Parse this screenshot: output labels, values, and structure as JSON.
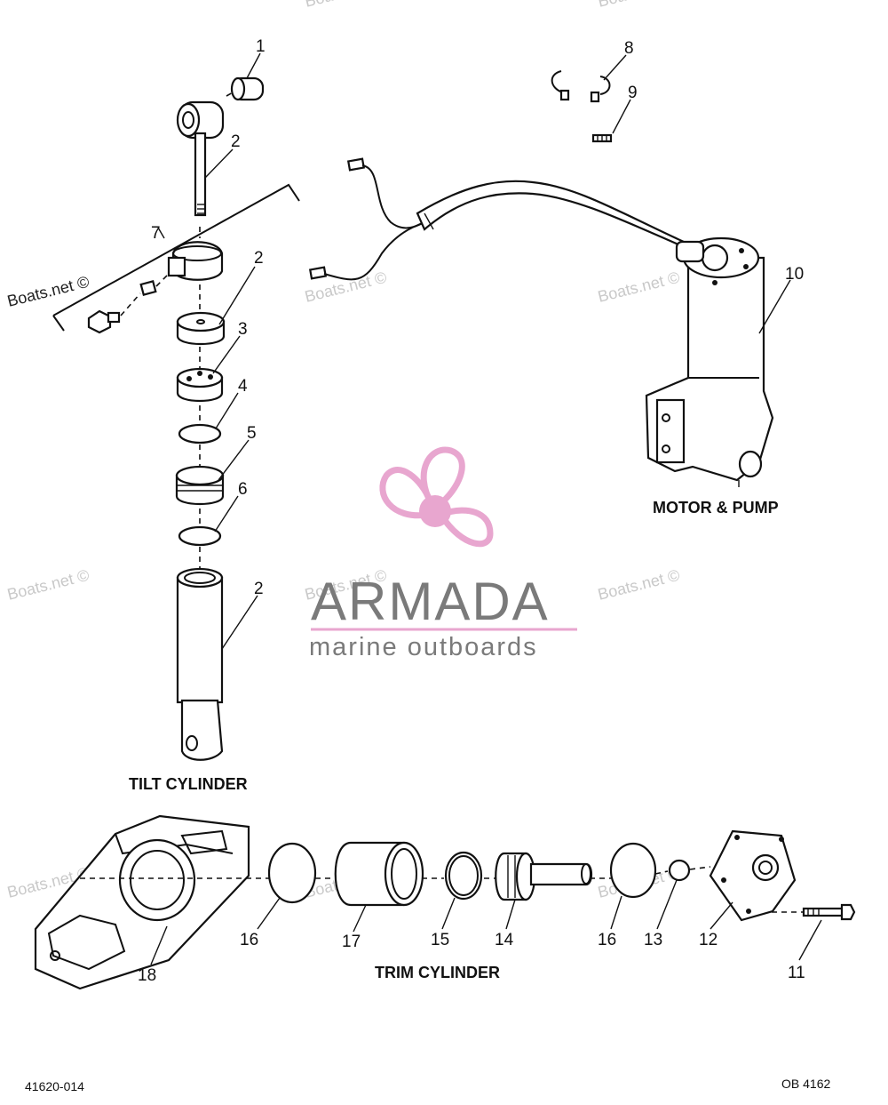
{
  "watermark": {
    "text": "Boats.net ©",
    "brand_name": "ARMADA",
    "brand_tagline": "marine outboards",
    "brand_color": "#e8a6cf",
    "logo_icon": "propeller-icon"
  },
  "captions": {
    "tilt": "TILT CYLINDER",
    "motor": "MOTOR & PUMP",
    "trim": "TRIM CYLINDER"
  },
  "footer": {
    "left_code": "41620-014",
    "right_code": "OB 4162"
  },
  "callouts": [
    {
      "number": "1",
      "part_icon": "bushing-icon"
    },
    {
      "number": "2",
      "part_icon": "tilt-rod-icon"
    },
    {
      "number": "7",
      "part_icon": "bracket-clamp-icon"
    },
    {
      "number": "2",
      "part_icon": "spacer-icon"
    },
    {
      "number": "3",
      "part_icon": "cylinder-cap-icon"
    },
    {
      "number": "4",
      "part_icon": "o-ring-icon"
    },
    {
      "number": "5",
      "part_icon": "piston-icon"
    },
    {
      "number": "6",
      "part_icon": "o-ring-icon"
    },
    {
      "number": "2",
      "part_icon": "cylinder-body-icon"
    },
    {
      "number": "8",
      "part_icon": "wire-clip-icon"
    },
    {
      "number": "9",
      "part_icon": "screw-icon"
    },
    {
      "number": "10",
      "part_icon": "motor-pump-icon"
    },
    {
      "number": "16",
      "part_icon": "o-ring-icon"
    },
    {
      "number": "17",
      "part_icon": "trim-sleeve-icon"
    },
    {
      "number": "15",
      "part_icon": "o-ring-icon"
    },
    {
      "number": "14",
      "part_icon": "trim-piston-icon"
    },
    {
      "number": "16",
      "part_icon": "o-ring-icon"
    },
    {
      "number": "13",
      "part_icon": "check-ball-icon"
    },
    {
      "number": "12",
      "part_icon": "end-cap-icon"
    },
    {
      "number": "11",
      "part_icon": "bolt-icon"
    },
    {
      "number": "18",
      "part_icon": "trim-housing-icon"
    }
  ]
}
